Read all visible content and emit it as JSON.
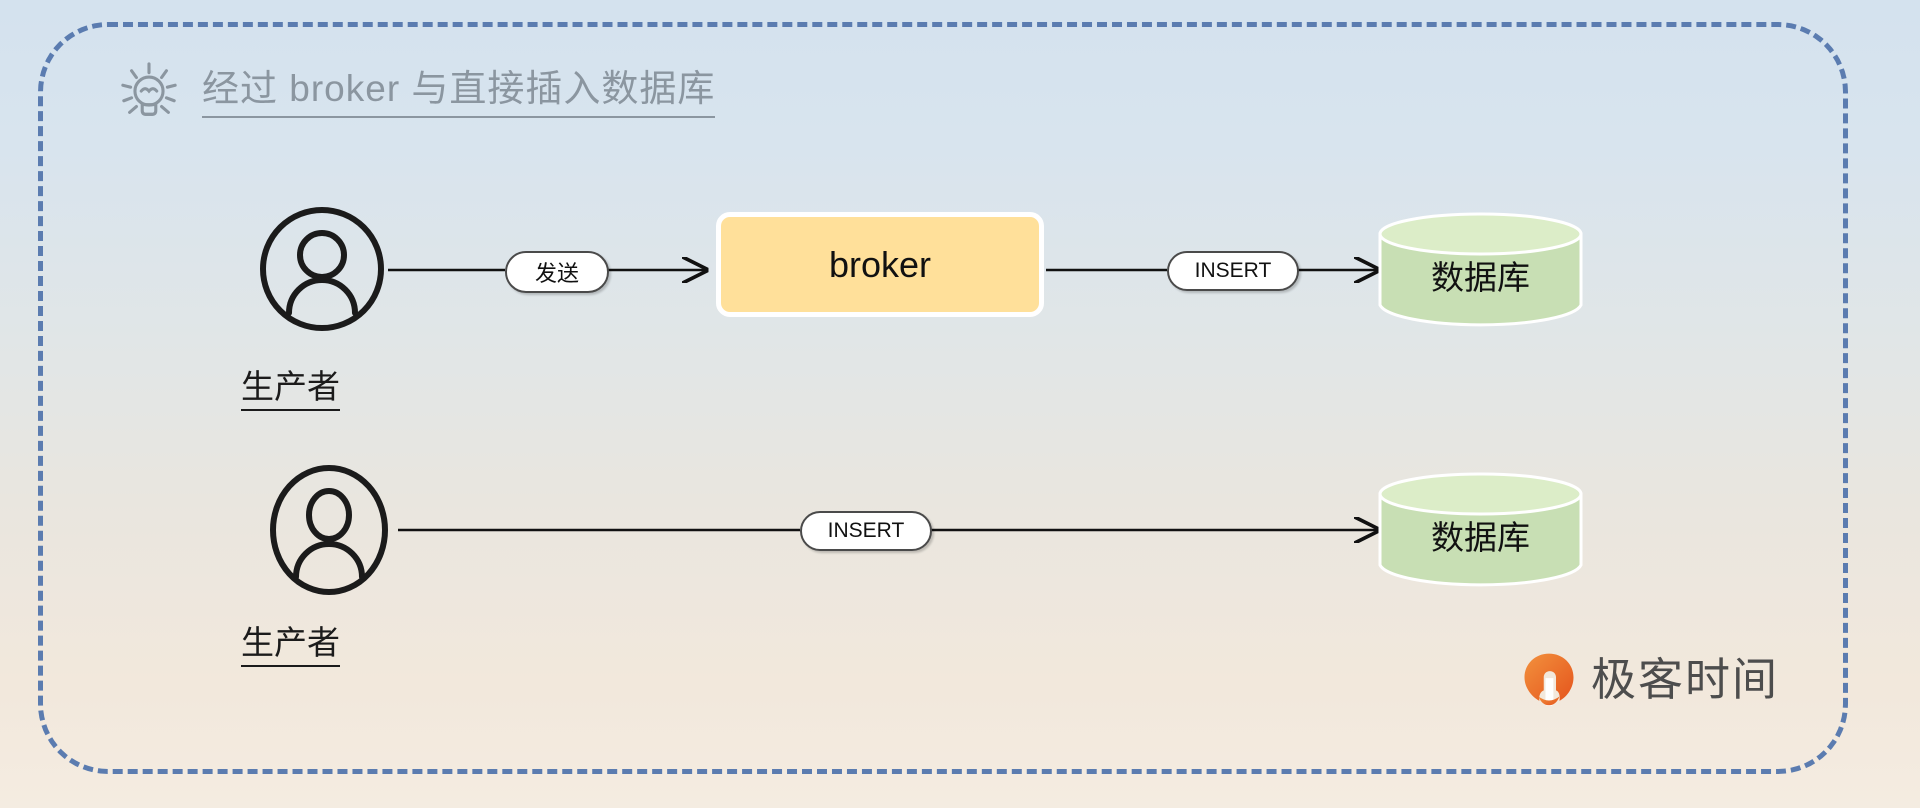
{
  "frame": {
    "border_color": "#5b7cb0",
    "style": "dashed-rounded"
  },
  "background": {
    "gradient_top": "#d4e2ee",
    "gradient_mid": "#e4e6e3",
    "gradient_bottom": "#f3eadd"
  },
  "header": {
    "icon": "lightbulb-icon",
    "title": "经过 broker 与直接插入数据库",
    "color": "#8b96a0"
  },
  "rows": [
    {
      "actor_icon": "person-in-circle-icon",
      "actor_label": "生产者",
      "edge1_label": "发送",
      "broker_label": "broker",
      "broker_color": "#ffe09a",
      "edge2_label": "INSERT",
      "database_label": "数据库",
      "database_color": "#c8dfb4"
    },
    {
      "actor_icon": "person-in-circle-icon",
      "actor_label": "生产者",
      "edge1_label": "INSERT",
      "database_label": "数据库",
      "database_color": "#c8dfb4"
    }
  ],
  "logo": {
    "mark": "geekbang-logo-icon",
    "text": "极客时间",
    "mark_color": "#ea6a22",
    "text_color": "#4d4d4d"
  }
}
